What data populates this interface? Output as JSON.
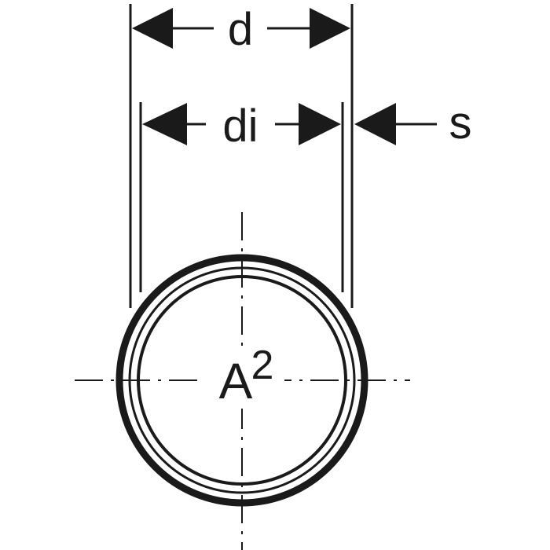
{
  "labels": {
    "outer_diameter": "d",
    "inner_diameter": "di",
    "wall_thickness": "s",
    "area_base": "A",
    "area_exponent": "2"
  },
  "colors": {
    "ink": "#1a1a1a",
    "background": "#ffffff"
  }
}
